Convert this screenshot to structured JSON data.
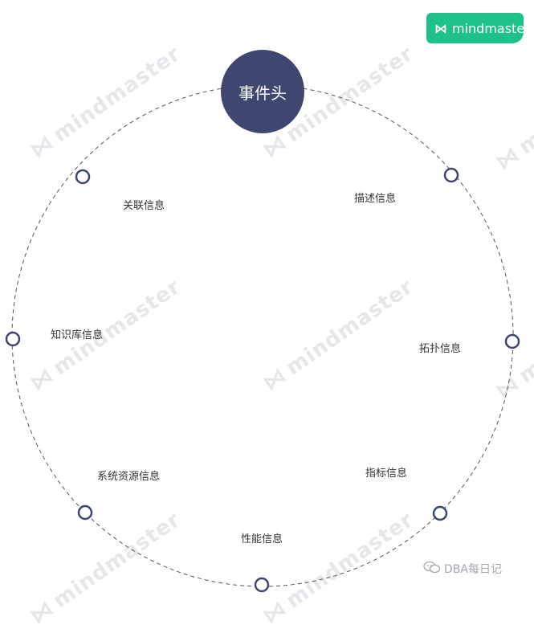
{
  "brand": {
    "logo_icon": "mindmaster-logo-icon",
    "name": "mindmaster"
  },
  "watermark": {
    "text": "mindmaster",
    "icon": "mindmaster-logo-icon"
  },
  "diagram": {
    "center": {
      "label": "事件头"
    },
    "nodes": [
      {
        "label": "描述信息"
      },
      {
        "label": "拓扑信息"
      },
      {
        "label": "指标信息"
      },
      {
        "label": "性能信息"
      },
      {
        "label": "系统资源信息"
      },
      {
        "label": "知识库信息"
      },
      {
        "label": "关联信息"
      }
    ]
  },
  "footer": {
    "icon": "wechat-icon",
    "text": "DBA每日记"
  },
  "colors": {
    "node": "#3f4670",
    "brand": "#1ec08c",
    "ring": "#555555"
  }
}
